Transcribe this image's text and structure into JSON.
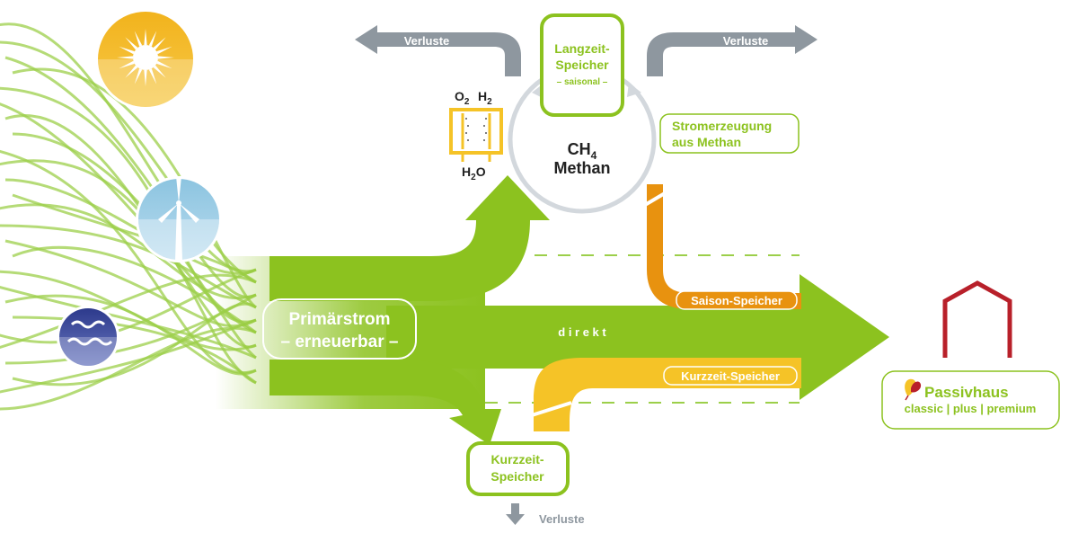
{
  "labels": {
    "verluste_left": "Verluste",
    "verluste_right": "Verluste",
    "verluste_bottom": "Verluste",
    "langzeit_speicher_line1": "Langzeit-",
    "langzeit_speicher_line2": "Speicher",
    "langzeit_speicher_sub": "– saisonal –",
    "o2": "O",
    "o2_sub": "2",
    "h2": "H",
    "h2_sub": "2",
    "h2o_h": "H",
    "h2o_sub": "2",
    "h2o_o": "O",
    "ch4_c": "CH",
    "ch4_sub": "4",
    "methan": "Methan",
    "stromerzeugung_line1": "Stromerzeugung",
    "stromerzeugung_line2": "aus Methan",
    "primaerstrom_line1": "Primärstrom",
    "primaerstrom_line2": "– erneuerbar –",
    "direkt": "d i r e k t",
    "saison_speicher": "Saison-Speicher",
    "kurzzeit_speicher_flow": "Kurzzeit-Speicher",
    "kurzzeit_speicher_box_line1": "Kurzzeit-",
    "kurzzeit_speicher_box_line2": "Speicher",
    "passivhaus": "Passivhaus",
    "passivhaus_classes": "classic | plus | premium"
  },
  "colors": {
    "green": "#8cc21f",
    "green_dark": "#7ab317",
    "grey_arrow": "#8e979f",
    "circle_grey": "#d3d8dd",
    "orange": "#e8920f",
    "yellow": "#f5c327",
    "house_red": "#b8202a",
    "wind_blue": "#8cc4e0",
    "water_blue": "#3e4f9c",
    "sun_yellow": "#f2b31c"
  },
  "icons": {
    "sun": "sun-icon",
    "wind": "wind-turbine-icon",
    "water": "water-wave-icon",
    "house": "house-icon",
    "electrolyser": "electrolyser-icon",
    "passivhaus_logo": "passivhaus-logo-icon"
  }
}
